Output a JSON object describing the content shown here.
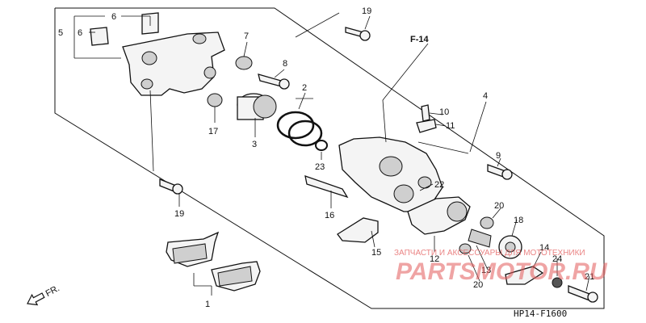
{
  "labels": {
    "n6_top": "6",
    "n5": "5",
    "n6_left": "6",
    "n19_top": "19",
    "n7": "7",
    "n8": "8",
    "n2": "2",
    "n3": "3",
    "n17": "17",
    "n23": "23",
    "n4": "4",
    "n10": "10",
    "n11": "11",
    "n9": "9",
    "n22": "22",
    "n16": "16",
    "n19_bottom": "19",
    "n15": "15",
    "n12": "12",
    "n20_top": "20",
    "n18": "18",
    "n14": "14",
    "n24": "24",
    "n13": "13",
    "n20_bottom": "20",
    "n21": "21",
    "n1": "1"
  },
  "callout": "F-14",
  "direction": "FR.",
  "diagram_code": "HP14-F1600",
  "watermark": {
    "line1": "ЗАПЧАСТИ И АКСЕССУАРЫ ДЛЯ МОТОТЕХНИКИ",
    "line2": "PARTSMOTOR.RU"
  }
}
